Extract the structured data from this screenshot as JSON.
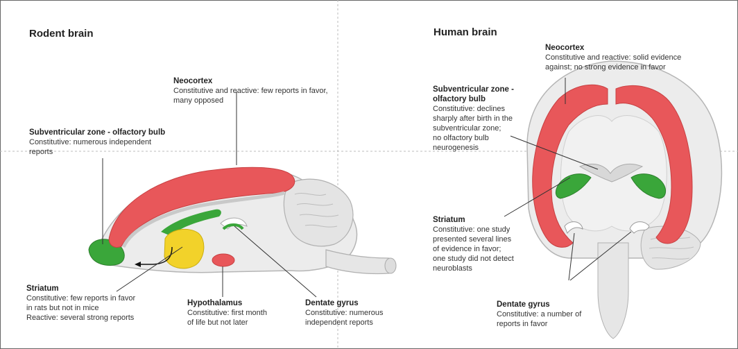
{
  "rodent": {
    "title": "Rodent brain",
    "neocortex": {
      "label": "Neocortex",
      "desc": "Constitutive and reactive: few reports in favor,\nmany opposed"
    },
    "svz": {
      "label": "Subventricular zone - olfactory bulb",
      "desc": "Constitutive:  numerous independent\nreports"
    },
    "striatum": {
      "label": "Striatum",
      "desc": "Constitutive: few reports in favor\nin rats but not in mice\nReactive: several strong reports"
    },
    "hypothalamus": {
      "label": "Hypothalamus",
      "desc": "Constitutive: first month\nof life but not later"
    },
    "dentate": {
      "label": "Dentate gyrus",
      "desc": "Constitutive: numerous\nindependent reports"
    }
  },
  "human": {
    "title": "Human brain",
    "neocortex": {
      "label": "Neocortex",
      "desc": "Constitutive and reactive: solid evidence\nagainst; no strong evidence in favor"
    },
    "svz": {
      "label": "Subventricular zone -\nolfactory bulb",
      "desc": "Constitutive: declines\nsharply after birth in the\nsubventricular zone;\nno olfactory bulb\nneurogenesis"
    },
    "striatum": {
      "label": "Striatum",
      "desc": "Constitutive: one study\npresented several lines\nof evidence in favor;\none study did not detect\nneuroblasts"
    },
    "dentate": {
      "label": "Dentate gyrus",
      "desc": "Constitutive: a number of\nreports in favor"
    }
  },
  "colors": {
    "cortex": "#e8575a",
    "neurogenic": "#3aa63a",
    "striatum": "#f2d22a",
    "tissue": "#e9e9e9",
    "outline": "#b5b5b5"
  }
}
